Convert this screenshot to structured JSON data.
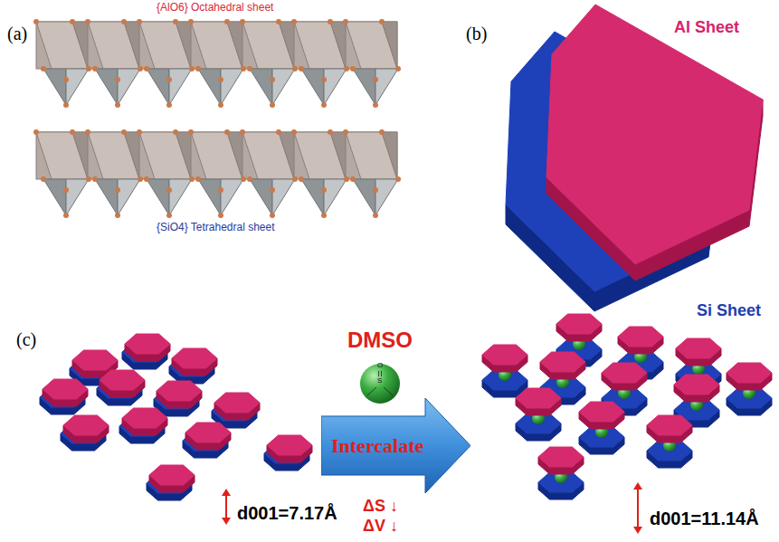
{
  "diagram": {
    "nodes": [
      {
        "text": [
          "Intercalate"
        ]
      }
    ],
    "labels": [
      "(a)",
      "{AlO6} Octahedral sheet",
      "{SiO4} Tetrahedral sheet",
      "(b)",
      "Al Sheet",
      "Si Sheet",
      "(c)",
      "DMSO",
      "O",
      "S",
      "ΔS ↓",
      "ΔV ↓",
      "d001=7.17Å",
      "d001=11.14Å"
    ]
  }
}
